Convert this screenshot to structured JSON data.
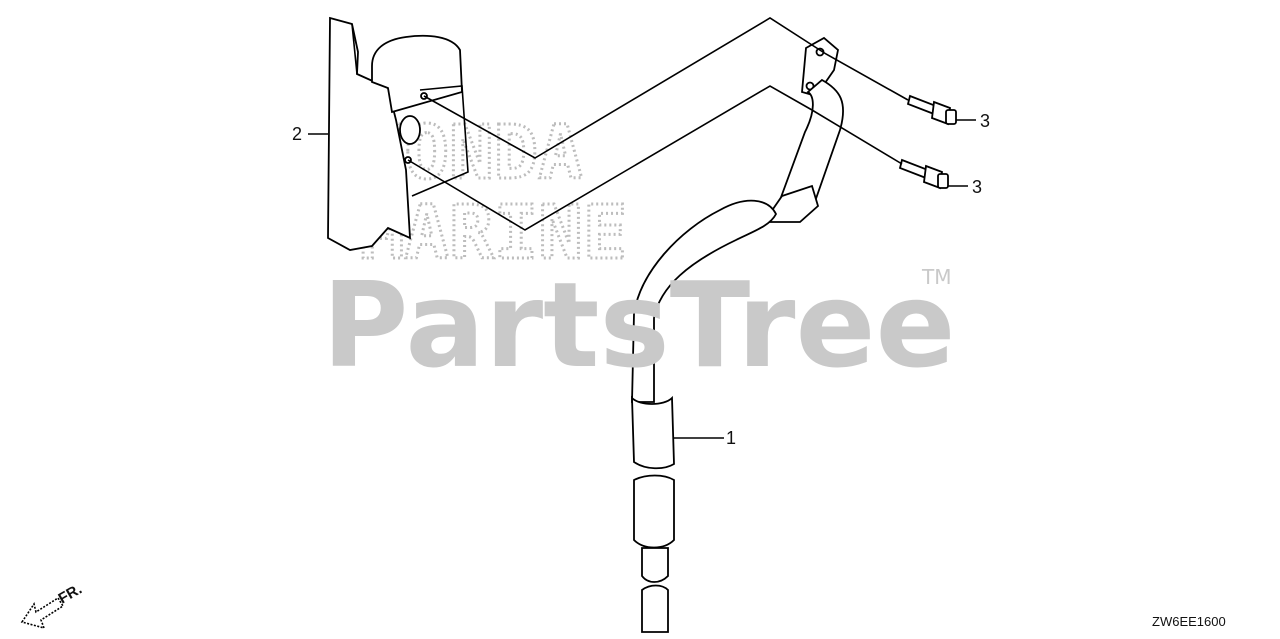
{
  "diagram": {
    "code": "ZW6EE1600",
    "front_label": "FR.",
    "watermark": {
      "brand": "PartsTree",
      "tm": "TM",
      "line1": "HONDA",
      "line2": "MARINE"
    },
    "callouts": [
      {
        "id": "1",
        "label": "1"
      },
      {
        "id": "2",
        "label": "2"
      },
      {
        "id": "3a",
        "label": "3"
      },
      {
        "id": "3b",
        "label": "3"
      }
    ]
  }
}
